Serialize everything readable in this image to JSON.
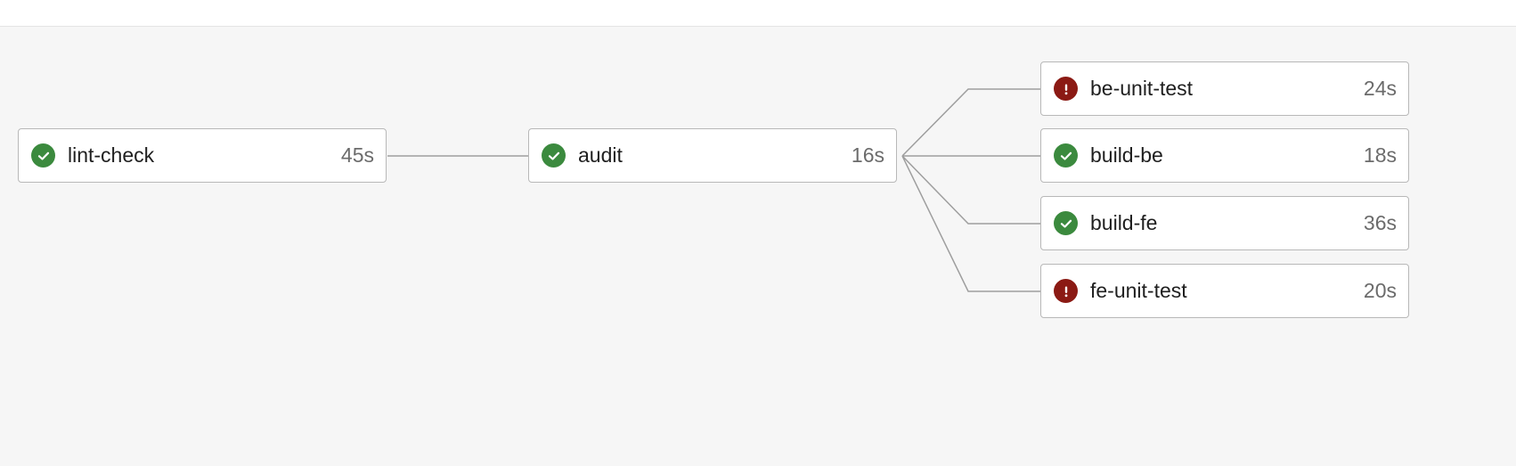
{
  "pipeline": {
    "stages": [
      {
        "jobs": [
          {
            "name": "lint-check",
            "duration": "45s",
            "status": "success",
            "status_icon": "check-circle-icon"
          }
        ]
      },
      {
        "jobs": [
          {
            "name": "audit",
            "duration": "16s",
            "status": "success",
            "status_icon": "check-circle-icon"
          }
        ]
      },
      {
        "jobs": [
          {
            "name": "be-unit-test",
            "duration": "24s",
            "status": "failed",
            "status_icon": "exclamation-circle-icon"
          },
          {
            "name": "build-be",
            "duration": "18s",
            "status": "success",
            "status_icon": "check-circle-icon"
          },
          {
            "name": "build-fe",
            "duration": "36s",
            "status": "success",
            "status_icon": "check-circle-icon"
          },
          {
            "name": "fe-unit-test",
            "duration": "20s",
            "status": "failed",
            "status_icon": "exclamation-circle-icon"
          }
        ]
      }
    ]
  },
  "colors": {
    "success": "#3b8a3e",
    "failed": "#8b1a14",
    "edge": "#9e9e9e",
    "background": "#f6f6f6"
  }
}
